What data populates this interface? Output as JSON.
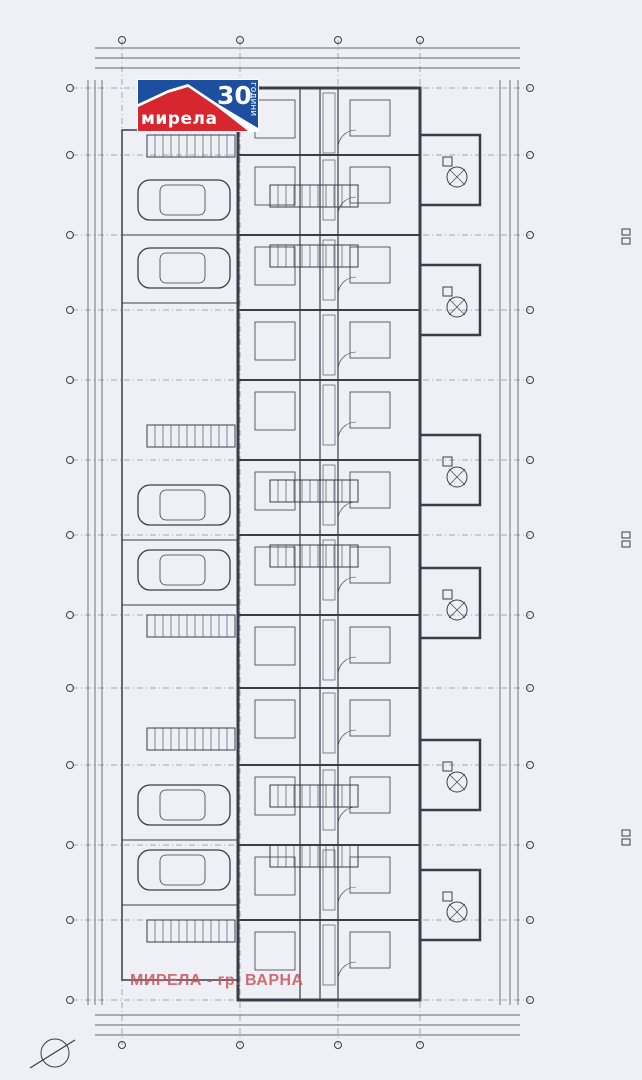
{
  "logo": {
    "brand": "мирела",
    "number": "30",
    "years": "години",
    "colors": {
      "blue": "#1d4fa0",
      "red": "#d8262e"
    }
  },
  "watermark": "МИРЕЛА - гр. ВАРНА",
  "plan": {
    "line_color": "#3a3d4a",
    "units": 6,
    "garage_cars": 6,
    "patios": 6
  }
}
